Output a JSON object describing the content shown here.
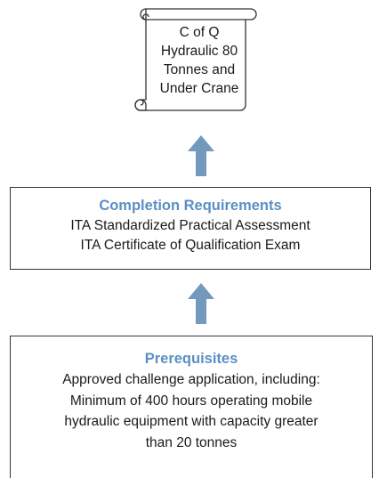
{
  "certificate": {
    "lines": [
      "C of Q",
      "Hydraulic 80",
      "Tonnes and",
      "Under Crane"
    ]
  },
  "completion": {
    "heading": "Completion Requirements",
    "items": [
      "ITA Standardized Practical Assessment",
      "ITA Certificate of Qualification Exam"
    ]
  },
  "prerequisites": {
    "heading": "Prerequisites",
    "items": [
      "Approved challenge application, including:",
      "Minimum of 400 hours operating mobile",
      "hydraulic equipment with capacity greater",
      "than 20 tonnes"
    ]
  },
  "colors": {
    "arrow": "#7399bc",
    "heading": "#5b8fc3",
    "border": "#333333"
  }
}
